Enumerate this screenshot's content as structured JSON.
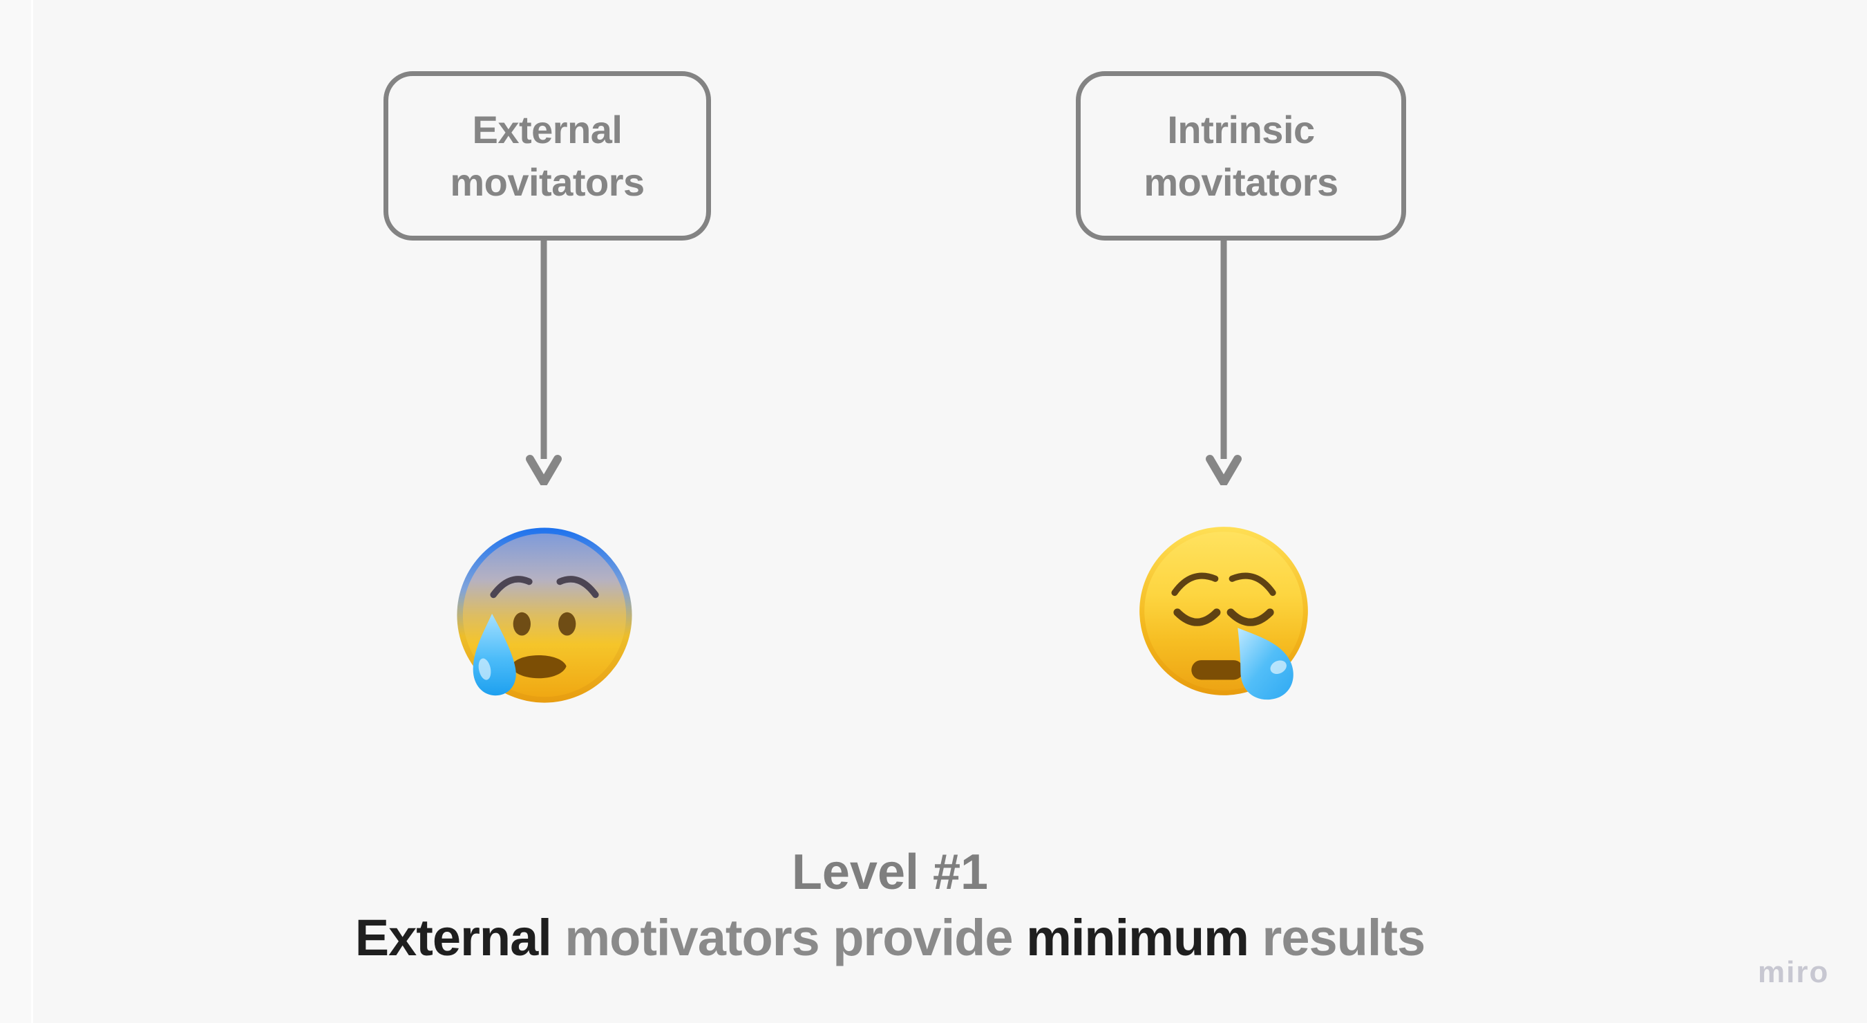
{
  "colors": {
    "background": "#f7f7f7",
    "edge_strip": "#f9f9f9",
    "edge_line": "#ffffff",
    "shape_outline": "#838383",
    "shape_label": "#858585",
    "arrow": "#868686",
    "caption_primary": "#7f7f7f",
    "caption_dark": "#1f1f1f",
    "caption_gray": "#8a8a8a",
    "watermark": "#c7c7d1"
  },
  "nodes": {
    "left_box": {
      "line1": "External",
      "line2": "movitators"
    },
    "right_box": {
      "line1": "Intrinsic",
      "line2": "movitators"
    }
  },
  "emojis": {
    "left": {
      "name": "anxious-face-with-sweat",
      "character": "😰"
    },
    "right": {
      "name": "sleepy-face",
      "character": "😪"
    }
  },
  "caption": {
    "line1": "Level #1",
    "line2": {
      "seg1": "External",
      "seg2": " motivators provide ",
      "seg3": "minimum",
      "seg4": " results"
    }
  },
  "watermark": "miro"
}
